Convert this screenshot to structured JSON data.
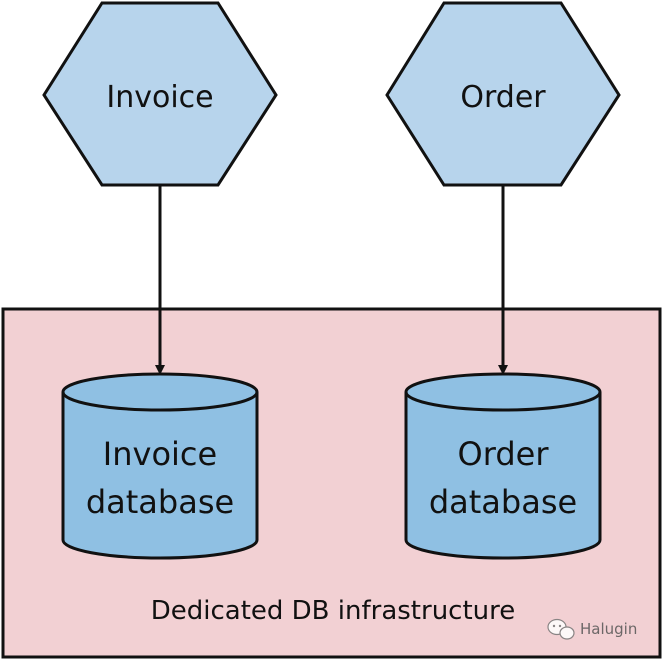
{
  "services": {
    "invoice": {
      "label": "Invoice"
    },
    "order": {
      "label": "Order"
    }
  },
  "databases": {
    "invoice": {
      "line1": "Invoice",
      "line2": "database"
    },
    "order": {
      "line1": "Order",
      "line2": "database"
    }
  },
  "infrastructure": {
    "label": "Dedicated DB infrastructure"
  },
  "watermark": {
    "label": "Halugin"
  },
  "colors": {
    "service_fill": "#b7d4ec",
    "database_fill": "#8fc0e3",
    "infrastructure_fill": "#f2d0d3",
    "stroke": "#111111"
  }
}
